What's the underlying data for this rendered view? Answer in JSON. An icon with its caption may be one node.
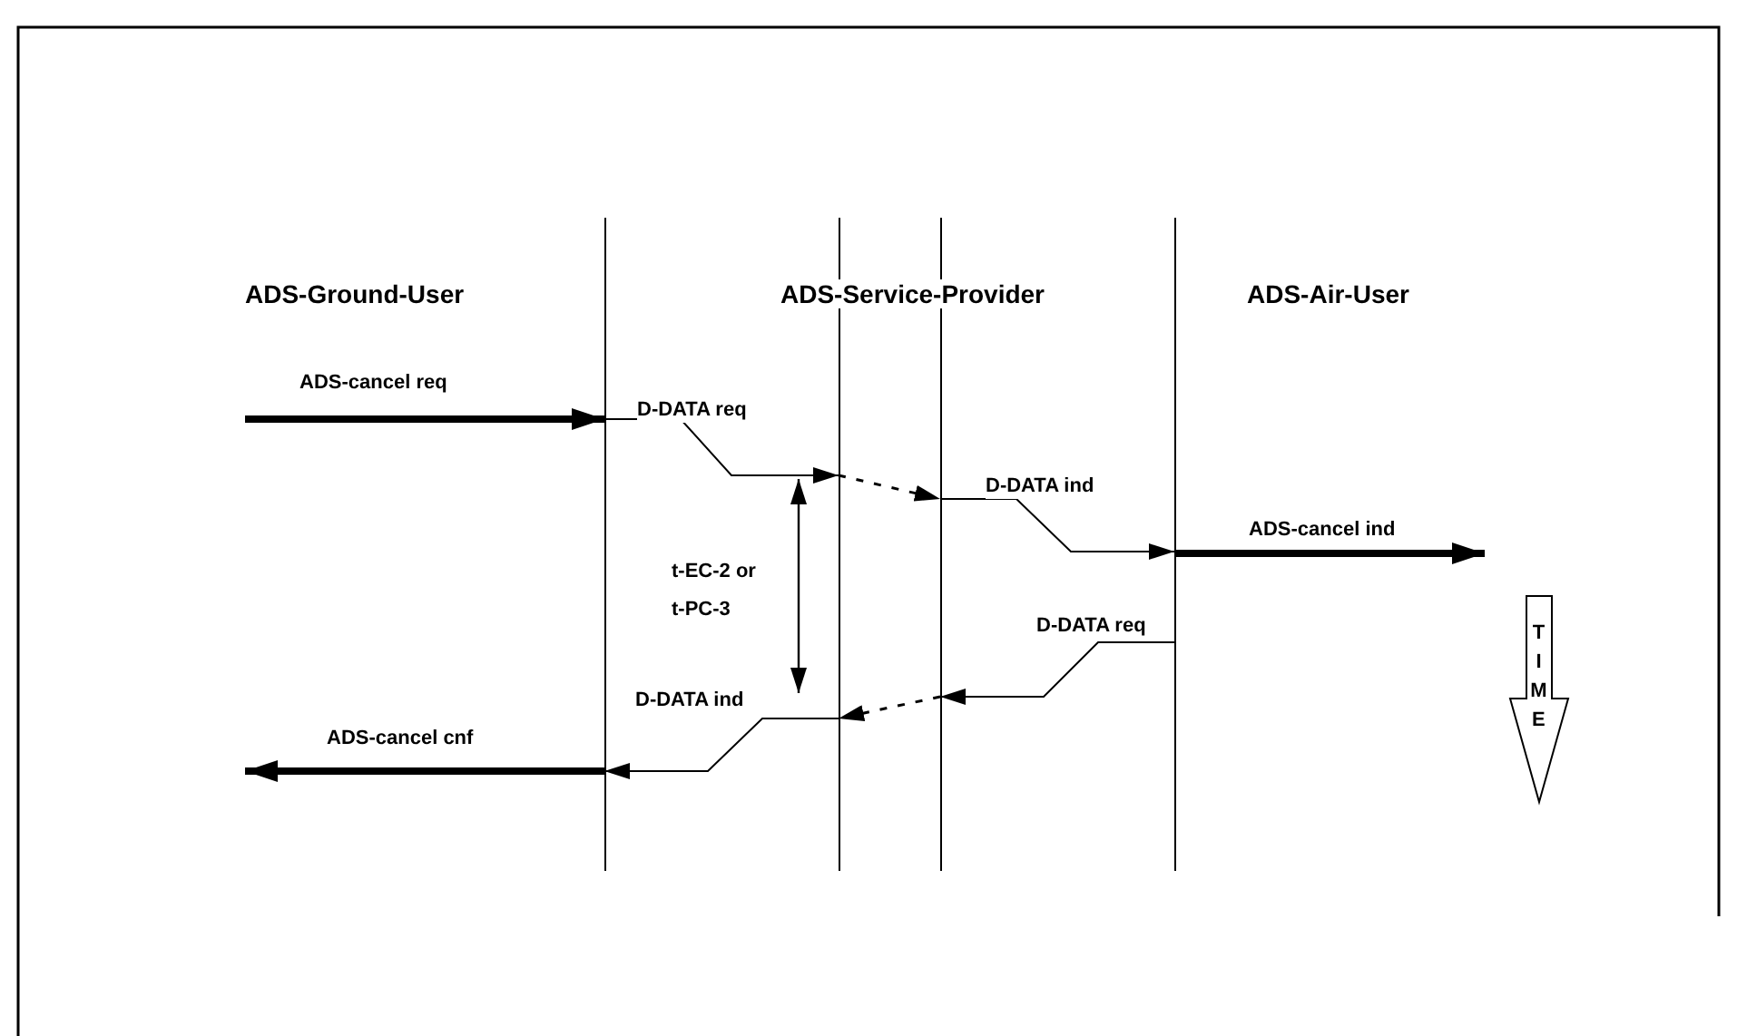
{
  "diagram": {
    "nodes": [
      {
        "text": [],
        "shape": "bar"
      },
      {
        "text": [],
        "shape": "bar"
      },
      {
        "text": [],
        "shape": "bar"
      },
      {
        "text": [],
        "shape": "bar"
      }
    ],
    "edges": [
      {
        "from": null,
        "to": 0,
        "arrow": "to",
        "label": "ADS-cancel req",
        "style": "thick"
      },
      {
        "from": 0,
        "to": 1,
        "arrow": "to",
        "label": "D-DATA req"
      },
      {
        "from": 1,
        "to": 2,
        "arrow": "to",
        "style": "dashed"
      },
      {
        "from": 2,
        "to": 3,
        "arrow": "to",
        "label": "D-DATA ind"
      },
      {
        "from": 3,
        "to": null,
        "arrow": "to",
        "label": "ADS-cancel ind",
        "style": "thick"
      },
      {
        "from": 3,
        "to": 2,
        "arrow": "to",
        "label": "D-DATA req"
      },
      {
        "from": 2,
        "to": 1,
        "arrow": "to",
        "style": "dashed"
      },
      {
        "from": 1,
        "to": 0,
        "arrow": "to",
        "label": "D-DATA ind"
      },
      {
        "from": 0,
        "to": null,
        "arrow": "to",
        "label": "ADS-cancel cnf",
        "style": "thick"
      }
    ],
    "labels": [
      "ADS-Ground-User",
      "ADS-Service-Provider",
      "ADS-Air-User",
      "t-EC-2 or t-PC-3",
      "TIME"
    ]
  }
}
